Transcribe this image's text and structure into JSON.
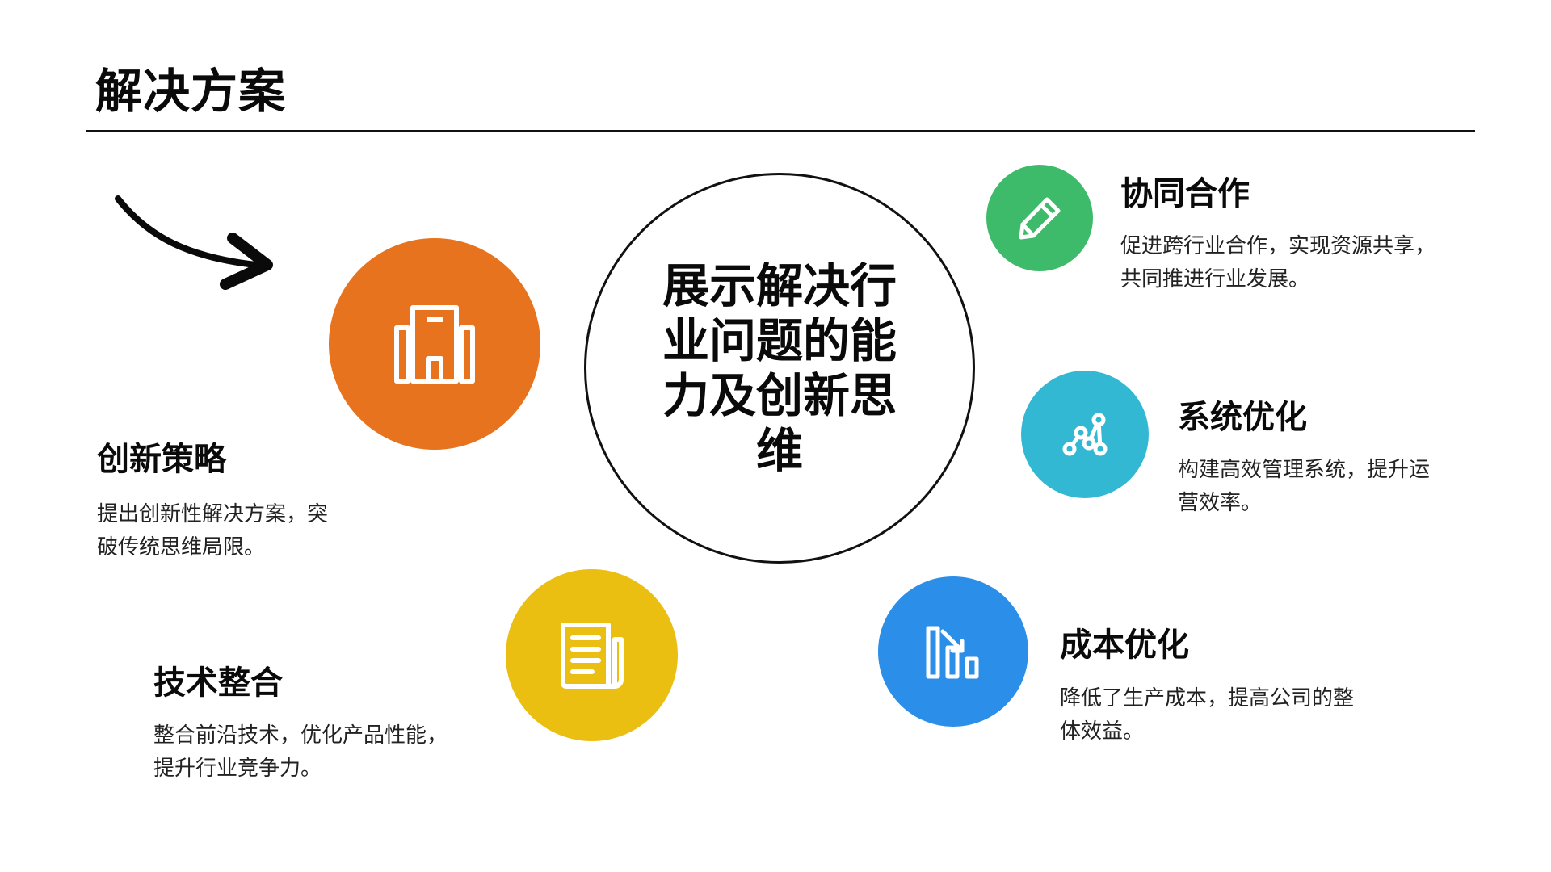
{
  "slide": {
    "title": "解决方案",
    "center_text": "展示解决行业问题的能力及创新思维"
  },
  "items": [
    {
      "heading": "创新策略",
      "desc_line1": "提出创新性解决方案，突",
      "desc_line2": "破传统思维局限。",
      "icon": "building-icon",
      "color": "#E8731E"
    },
    {
      "heading": "技术整合",
      "desc_line1": "整合前沿技术，优化产品性能，",
      "desc_line2": "提升行业竞争力。",
      "icon": "newspaper-icon",
      "color": "#EBBF12"
    },
    {
      "heading": "协同合作",
      "desc_line1": "促进跨行业合作，实现资源共享，",
      "desc_line2": "共同推进行业发展。",
      "icon": "pencil-icon",
      "color": "#3DBB6A"
    },
    {
      "heading": "系统优化",
      "desc_line1": "构建高效管理系统，提升运",
      "desc_line2": "营效率。",
      "icon": "network-icon",
      "color": "#32B8D2"
    },
    {
      "heading": "成本优化",
      "desc_line1": "降低了生产成本，提高公司的整",
      "desc_line2": "体效益。",
      "icon": "bar-chart-icon",
      "color": "#2B8EE8"
    }
  ]
}
